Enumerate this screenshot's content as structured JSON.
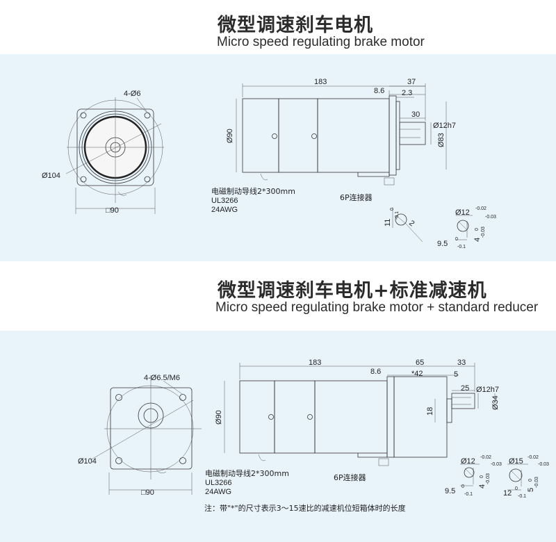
{
  "section1": {
    "title_cn": "微型调速刹车电机",
    "title_en": "Micro speed regulating brake motor",
    "front": {
      "holes": "4-Ø6",
      "diameter": "Ø104",
      "square": "□90"
    },
    "side": {
      "len_total": "183",
      "len_shaft": "37",
      "dim_86": "8.6",
      "dim_23": "2.3",
      "key_len": "30",
      "shaft_dia": "Ø12h7",
      "pilot": "Ø83",
      "body_dia": "Ø90"
    },
    "lead": {
      "line1": "电磁制动导线2*300mm",
      "line2": "UL3266",
      "line3": "24AWG"
    },
    "connector": "6P连接器",
    "shaft_detail": {
      "d1": "11",
      "tol1a": "0",
      "tol1b": "-0.1",
      "d2": "2",
      "key": "Ø12",
      "key_tol_a": "-0.02",
      "key_tol_b": "-0.03",
      "d3": "4",
      "d3_tol_a": "0",
      "d3_tol_b": "-0.03",
      "d4": "9.5",
      "d4_tol_a": "0",
      "d4_tol_b": "-0.1"
    }
  },
  "section2": {
    "title_cn": "微型调速刹车电机+标准减速机",
    "title_en": "Micro speed regulating brake motor + standard reducer",
    "front": {
      "holes": "4-Ø6.5/M6",
      "diameter": "Ø104",
      "square": "□90"
    },
    "side": {
      "len_total": "183",
      "dim_86": "8.6",
      "len_gear": "65",
      "len_star": "*42",
      "len_shaft": "33",
      "dim_5": "5",
      "key_len": "25",
      "shaft_dia": "Ø12h7",
      "dim_18": "18",
      "pilot": "Ø34",
      "body_dia": "Ø90"
    },
    "lead": {
      "line1": "电磁制动导线2*300mm",
      "line2": "UL3266",
      "line3": "24AWG"
    },
    "connector": "6P连接器",
    "shaft_a": {
      "key": "Ø12",
      "tol_a": "-0.02",
      "tol_b": "-0.03",
      "d1": "4",
      "d1_tol_a": "0",
      "d1_tol_b": "-0.03",
      "d2": "9.5",
      "d2_tol_a": "0",
      "d2_tol_b": "-0.1"
    },
    "shaft_b": {
      "key": "Ø15",
      "tol_a": "-0.02",
      "tol_b": "-0.03",
      "d1": "5",
      "d1_tol_a": "0",
      "d1_tol_b": "-0.03",
      "d2": "12",
      "d2_tol_a": "0",
      "d2_tol_b": "-0.1"
    }
  },
  "note": "注：带\"*\"的尺寸表示3～15速比的减速机位短箱体时的长度"
}
